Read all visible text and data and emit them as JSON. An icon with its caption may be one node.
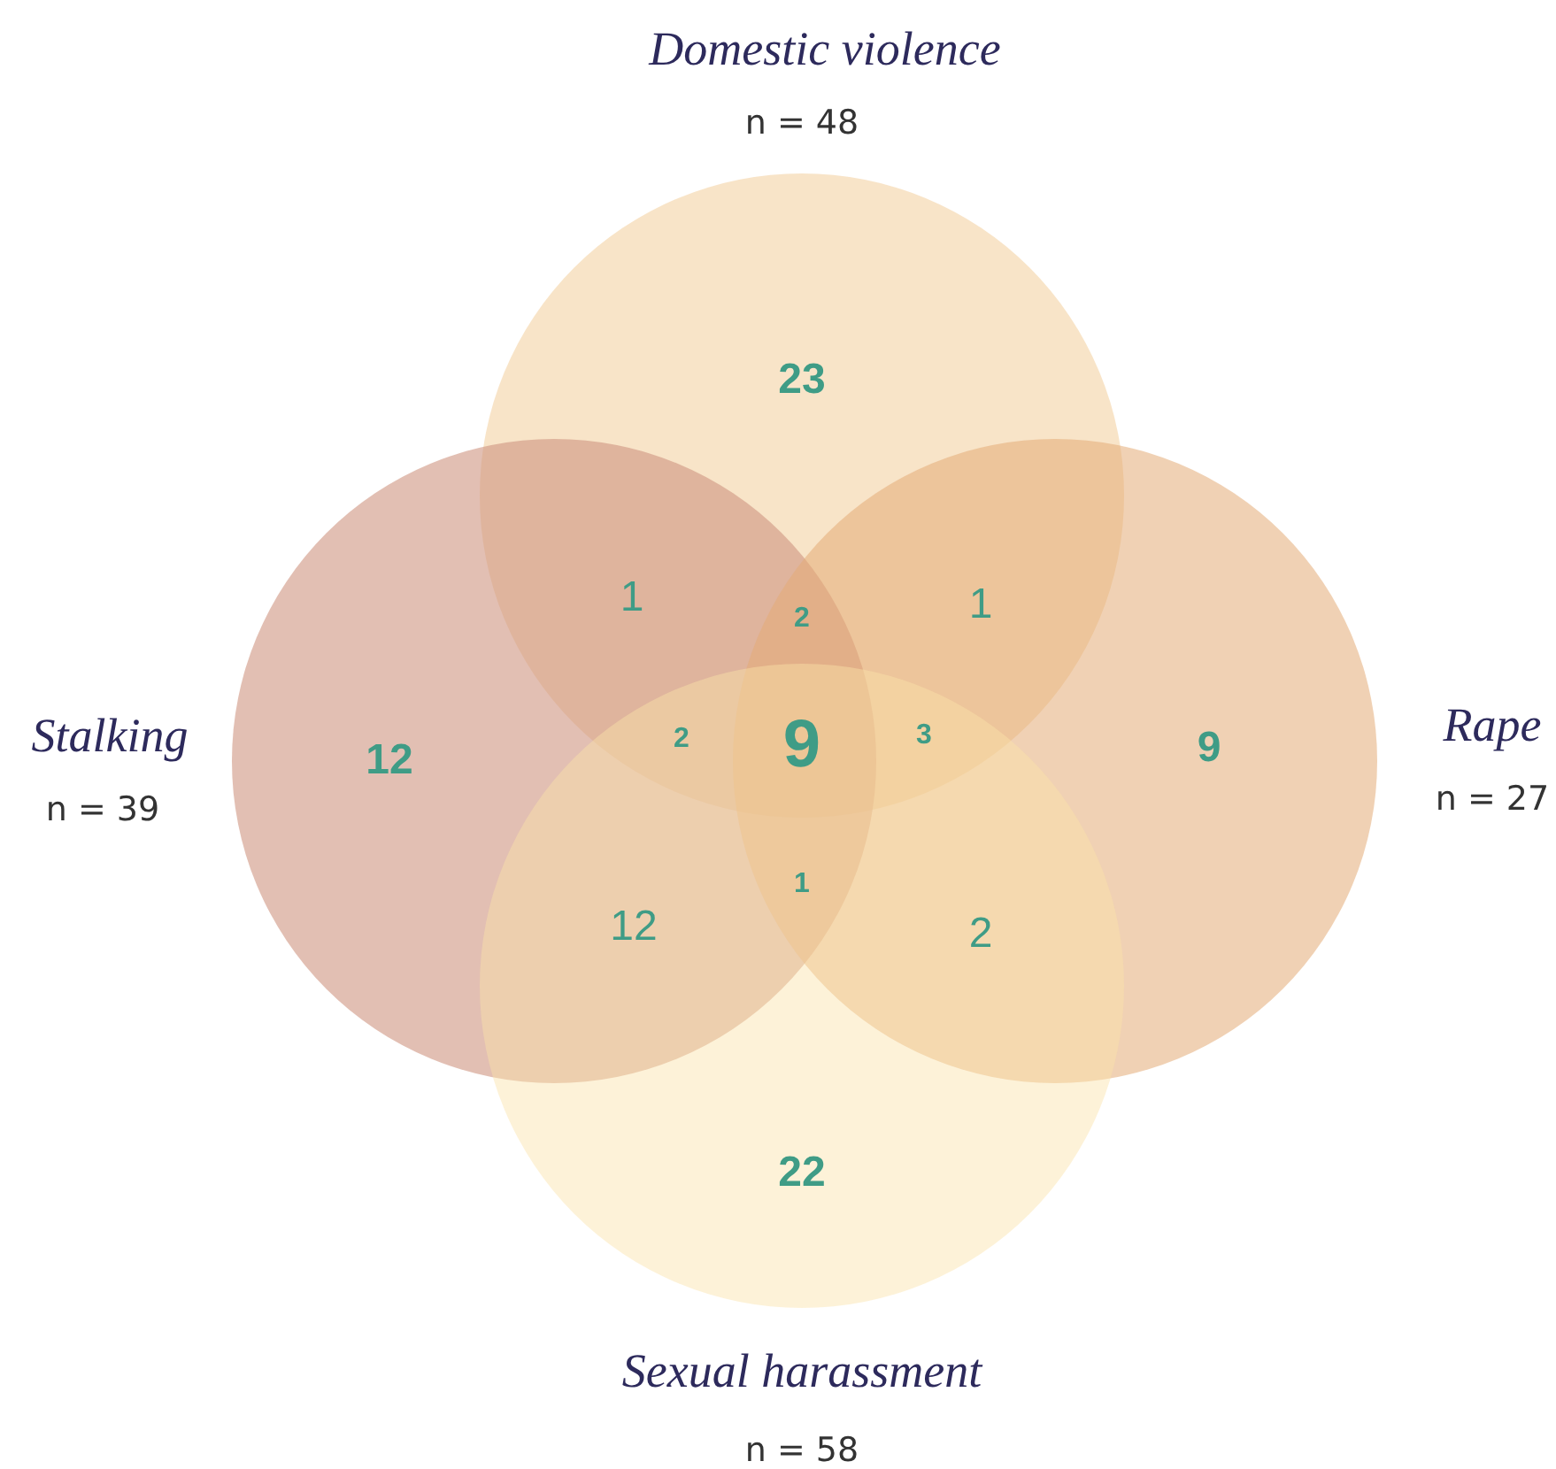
{
  "diagram": {
    "nodes": [
      {
        "text": [
          "Domestic violence"
        ],
        "beside": [
          "n = 48"
        ]
      },
      {
        "text": [
          "Stalking"
        ],
        "beside": [
          "n = 39"
        ]
      },
      {
        "text": [
          "Rape"
        ],
        "beside": [
          "n = 27"
        ]
      },
      {
        "text": [
          "Sexual harassment"
        ],
        "beside": [
          "n = 58"
        ]
      }
    ],
    "edges": [],
    "labels": [
      "23",
      "1",
      "2",
      "1",
      "12",
      "2",
      "9",
      "3",
      "9",
      "12",
      "1",
      "2",
      "22"
    ]
  }
}
